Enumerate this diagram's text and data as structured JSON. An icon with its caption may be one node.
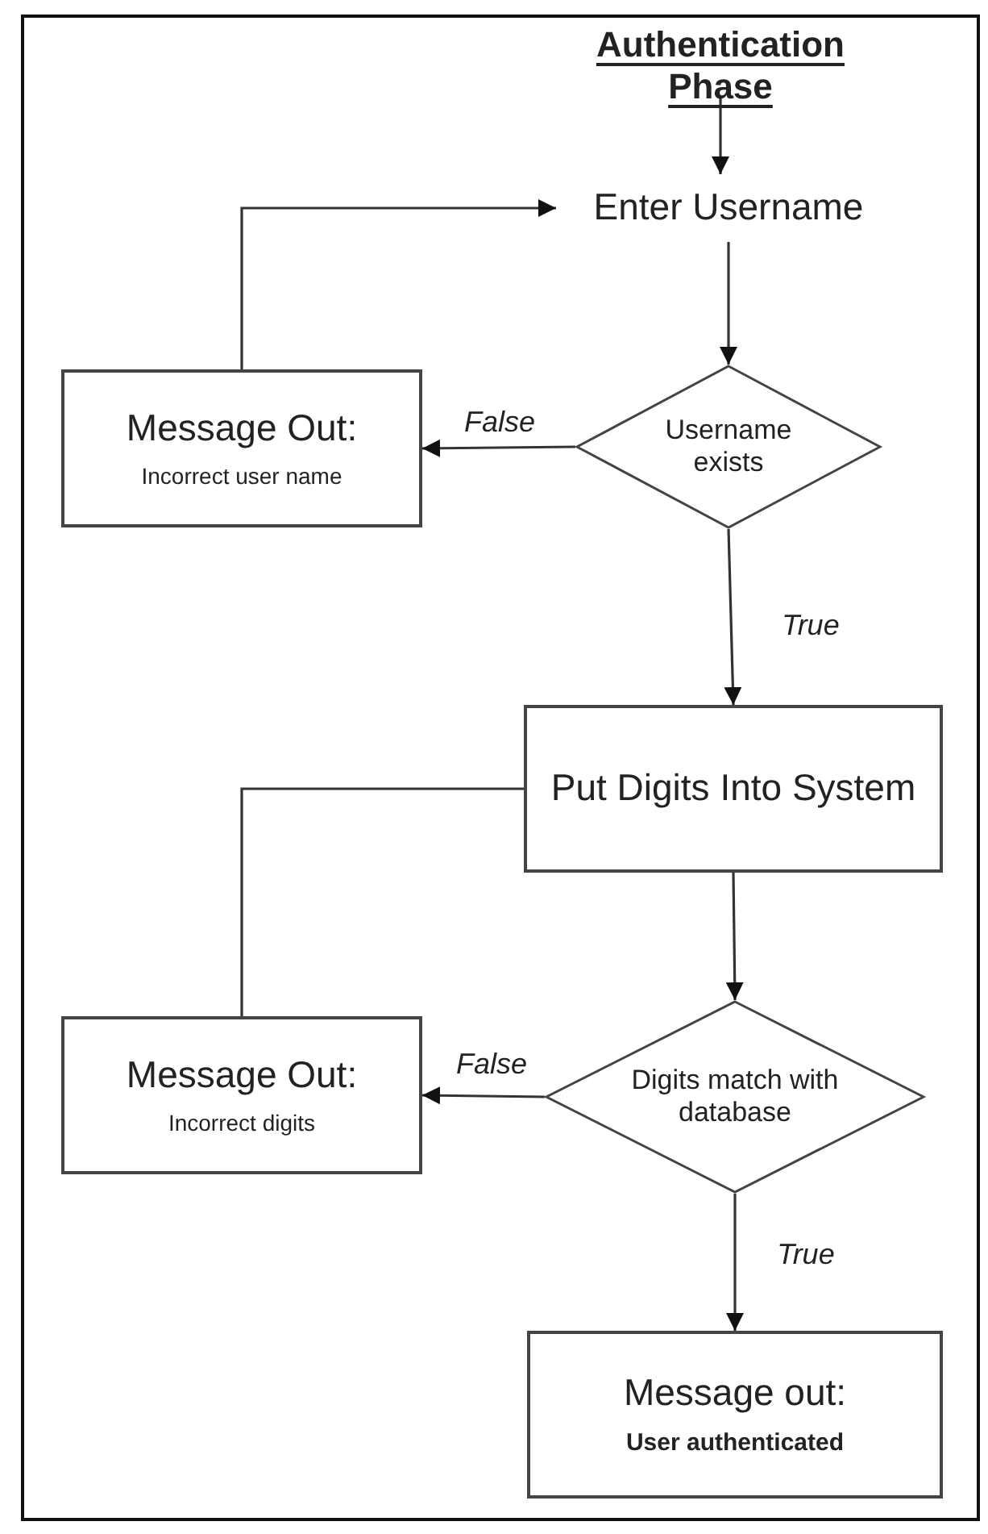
{
  "diagram": {
    "nodes": [
      {
        "text": [
          "Authentication Phase"
        ]
      },
      {
        "text": [
          "Enter Username"
        ]
      },
      {
        "text": [
          "Username exists"
        ]
      },
      {
        "text": [
          "Message Out:",
          "Incorrect user name"
        ]
      },
      {
        "text": [
          "Put Digits Into System"
        ]
      },
      {
        "text": [
          "Digits match with database"
        ]
      },
      {
        "text": [
          "Message Out:",
          "Incorrect digits"
        ]
      },
      {
        "text": [
          "Message out:",
          "User authenticated"
        ]
      }
    ],
    "edges": [
      {
        "from": 0,
        "to": 1,
        "arrow": "to"
      },
      {
        "from": 1,
        "to": 2,
        "arrow": "to"
      },
      {
        "from": 2,
        "to": 3,
        "arrow": "to",
        "label": "False"
      },
      {
        "from": 3,
        "to": 1,
        "arrow": "to"
      },
      {
        "from": 2,
        "to": 4,
        "arrow": "to",
        "label": "True"
      },
      {
        "from": 4,
        "to": 6,
        "arrow": "none"
      },
      {
        "from": 4,
        "to": 5,
        "arrow": "to"
      },
      {
        "from": 5,
        "to": 6,
        "arrow": "to",
        "label": "False"
      },
      {
        "from": 5,
        "to": 7,
        "arrow": "to",
        "label": "True"
      }
    ]
  }
}
